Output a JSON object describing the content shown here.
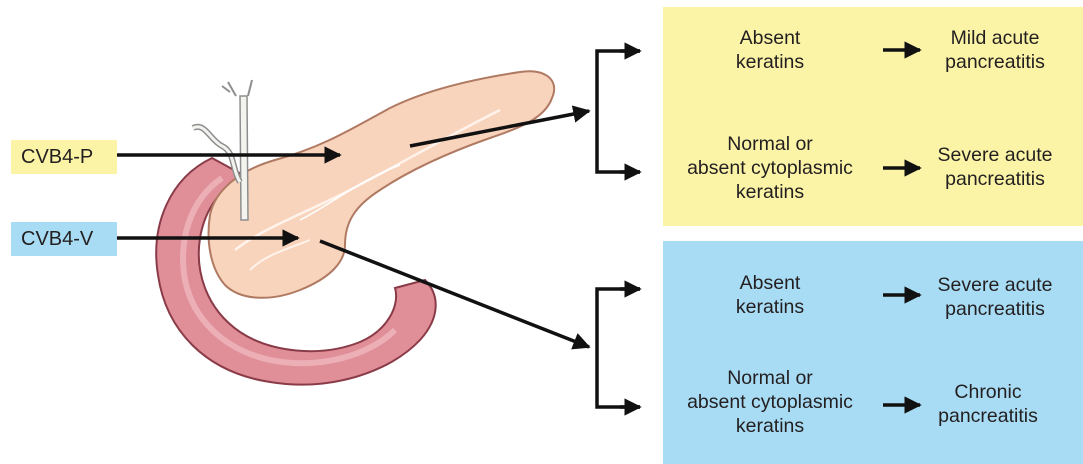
{
  "inputs": {
    "p_label": "CVB4-P",
    "v_label": "CVB4-V"
  },
  "panel_p": {
    "branch1": {
      "keratin": [
        "Absent",
        "keratins"
      ],
      "outcome": [
        "Mild acute",
        "pancreatitis"
      ]
    },
    "branch2": {
      "keratin": [
        "Normal or",
        "absent cytoplasmic",
        "keratins"
      ],
      "outcome": [
        "Severe acute",
        "pancreatitis"
      ]
    }
  },
  "panel_v": {
    "branch1": {
      "keratin": [
        "Absent",
        "keratins"
      ],
      "outcome": [
        "Severe acute",
        "pancreatitis"
      ]
    },
    "branch2": {
      "keratin": [
        "Normal or",
        "absent cytoplasmic",
        "keratins"
      ],
      "outcome": [
        "Chronic",
        "pancreatitis"
      ]
    }
  },
  "colors": {
    "panel_p": "#fbf4a7",
    "panel_v": "#a8dcf4",
    "arrow": "#111111",
    "pancreas": "#f9d4bd",
    "duodenum": "#e08f99"
  },
  "icons": {
    "organ": "pancreas-illustration"
  }
}
